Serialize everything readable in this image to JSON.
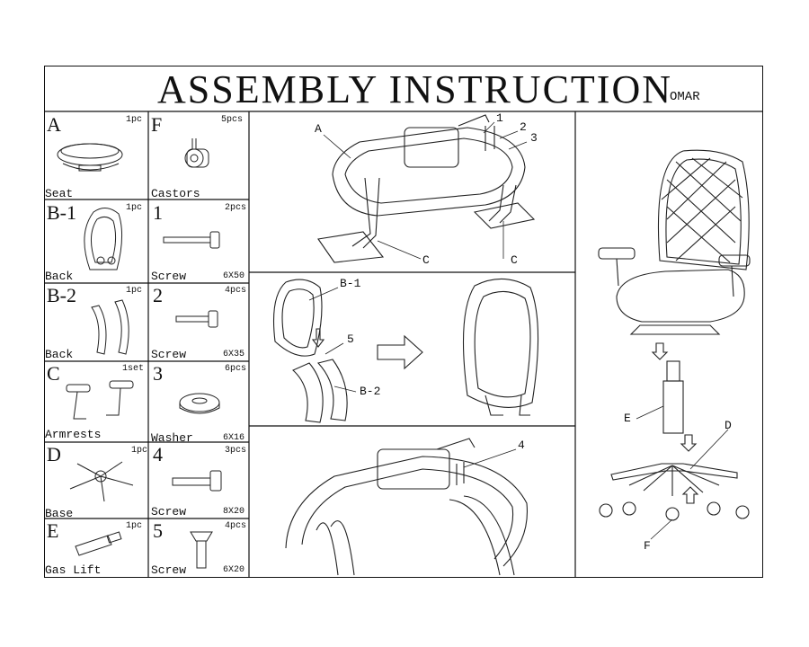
{
  "header": {
    "title": "ASSEMBLY INSTRUCTION",
    "model": "OMAR"
  },
  "parts": [
    {
      "id": "A",
      "qty": "1pc",
      "name": "Seat",
      "size": ""
    },
    {
      "id": "B-1",
      "qty": "1pc",
      "name": "Back",
      "size": ""
    },
    {
      "id": "B-2",
      "qty": "1pc",
      "name": "Back",
      "size": ""
    },
    {
      "id": "C",
      "qty": "1set",
      "name": "Armrests",
      "size": ""
    },
    {
      "id": "D",
      "qty": "1pc",
      "name": "Base",
      "size": ""
    },
    {
      "id": "E",
      "qty": "1pc",
      "name": "Gas Lift",
      "size": ""
    },
    {
      "id": "F",
      "qty": "5pcs",
      "name": "Castors",
      "size": ""
    },
    {
      "id": "1",
      "qty": "2pcs",
      "name": "Screw",
      "size": "6X50"
    },
    {
      "id": "2",
      "qty": "4pcs",
      "name": "Screw",
      "size": "6X35"
    },
    {
      "id": "3",
      "qty": "6pcs",
      "name": "Washer",
      "size": "6X16"
    },
    {
      "id": "4",
      "qty": "3pcs",
      "name": "Screw",
      "size": "8X20"
    },
    {
      "id": "5",
      "qty": "4pcs",
      "name": "Screw",
      "size": "6X20"
    }
  ],
  "callouts": {
    "step1": [
      "A",
      "1",
      "2",
      "3",
      "C",
      "C"
    ],
    "step2": [
      "B-1",
      "5",
      "B-2"
    ],
    "step3": [
      "4"
    ],
    "final": [
      "E",
      "D",
      "F"
    ]
  }
}
